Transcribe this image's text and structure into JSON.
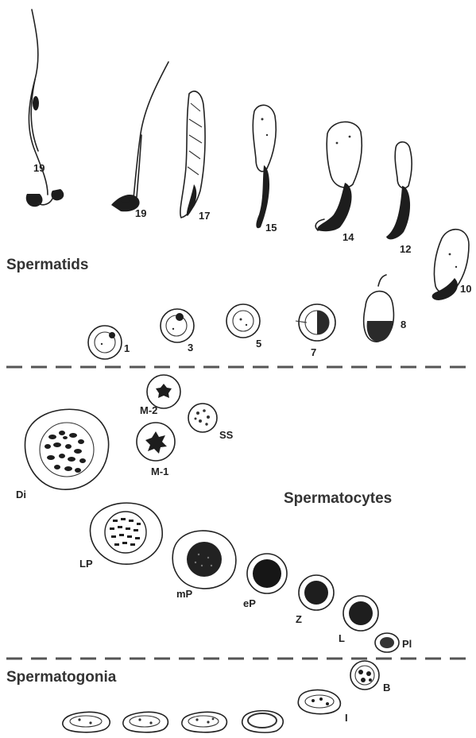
{
  "sections": {
    "spermatids": "Spermatids",
    "spermatocytes": "Spermatocytes",
    "spermatogonia": "Spermatogonia"
  },
  "spermatids": {
    "late": [
      "19",
      "19",
      "17",
      "15",
      "14",
      "12",
      "10"
    ],
    "round": [
      "1",
      "3",
      "5",
      "7",
      "8"
    ]
  },
  "spermatocytes": [
    "M-2",
    "SS",
    "M-1",
    "Di",
    "LP",
    "mP",
    "eP",
    "Z",
    "L",
    "Pl"
  ],
  "spermatogonia": [
    "B",
    "I"
  ],
  "colors": {
    "ink": "#222222",
    "divider": "#555555",
    "background": "#ffffff"
  }
}
